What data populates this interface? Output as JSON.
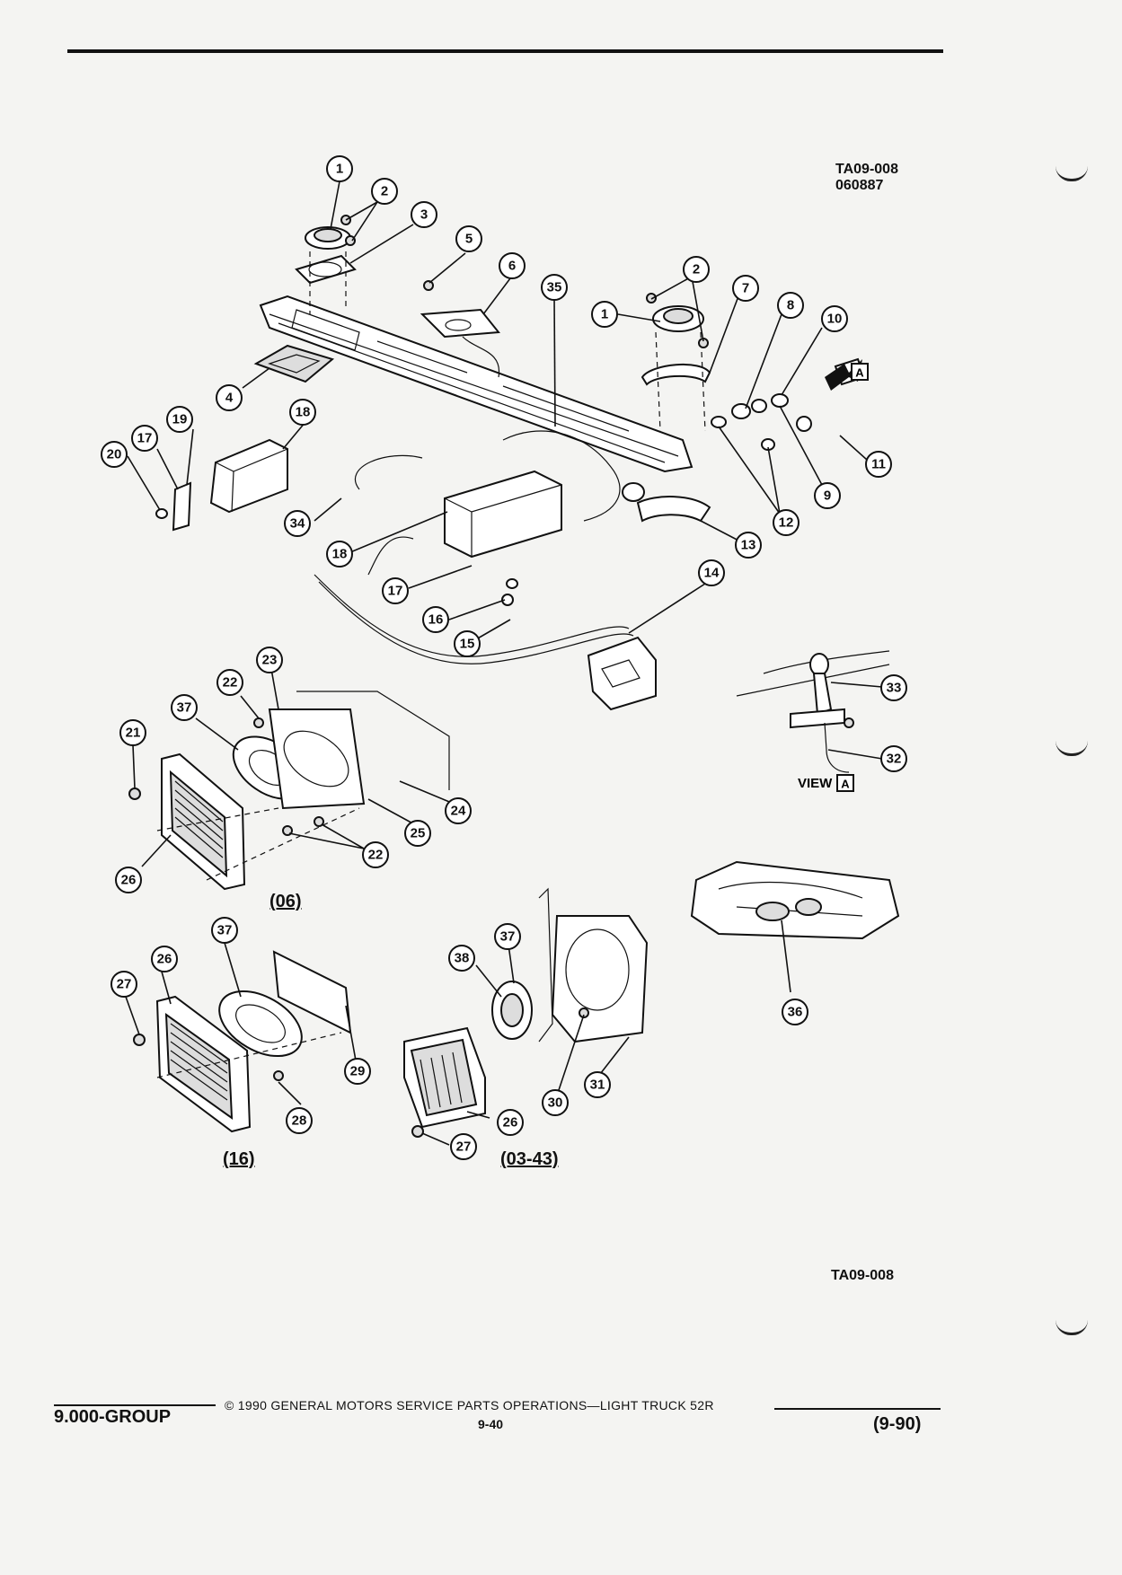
{
  "header": {
    "figure_code": "TA09-008",
    "date_code": "060887"
  },
  "diagram": {
    "callouts": [
      "1",
      "2",
      "3",
      "4",
      "5",
      "6",
      "7",
      "8",
      "9",
      "10",
      "11",
      "12",
      "13",
      "14",
      "15",
      "16",
      "17",
      "18",
      "19",
      "20",
      "21",
      "22",
      "23",
      "24",
      "25",
      "26",
      "27",
      "28",
      "29",
      "30",
      "31",
      "32",
      "33",
      "34",
      "35",
      "36",
      "37",
      "38"
    ],
    "view_label": "VIEW",
    "view_letter": "A",
    "arrow_letter": "A",
    "variant_06": "(06)",
    "variant_16": "(16)",
    "variant_03_43": "(03-43)"
  },
  "bottom_figure_code": "TA09-008",
  "footer": {
    "group": "9.000-GROUP",
    "copyright": "©  1990  GENERAL MOTORS SERVICE PARTS OPERATIONS—LIGHT TRUCK 52R",
    "page_number": "9-40",
    "revision": "(9-90)"
  }
}
